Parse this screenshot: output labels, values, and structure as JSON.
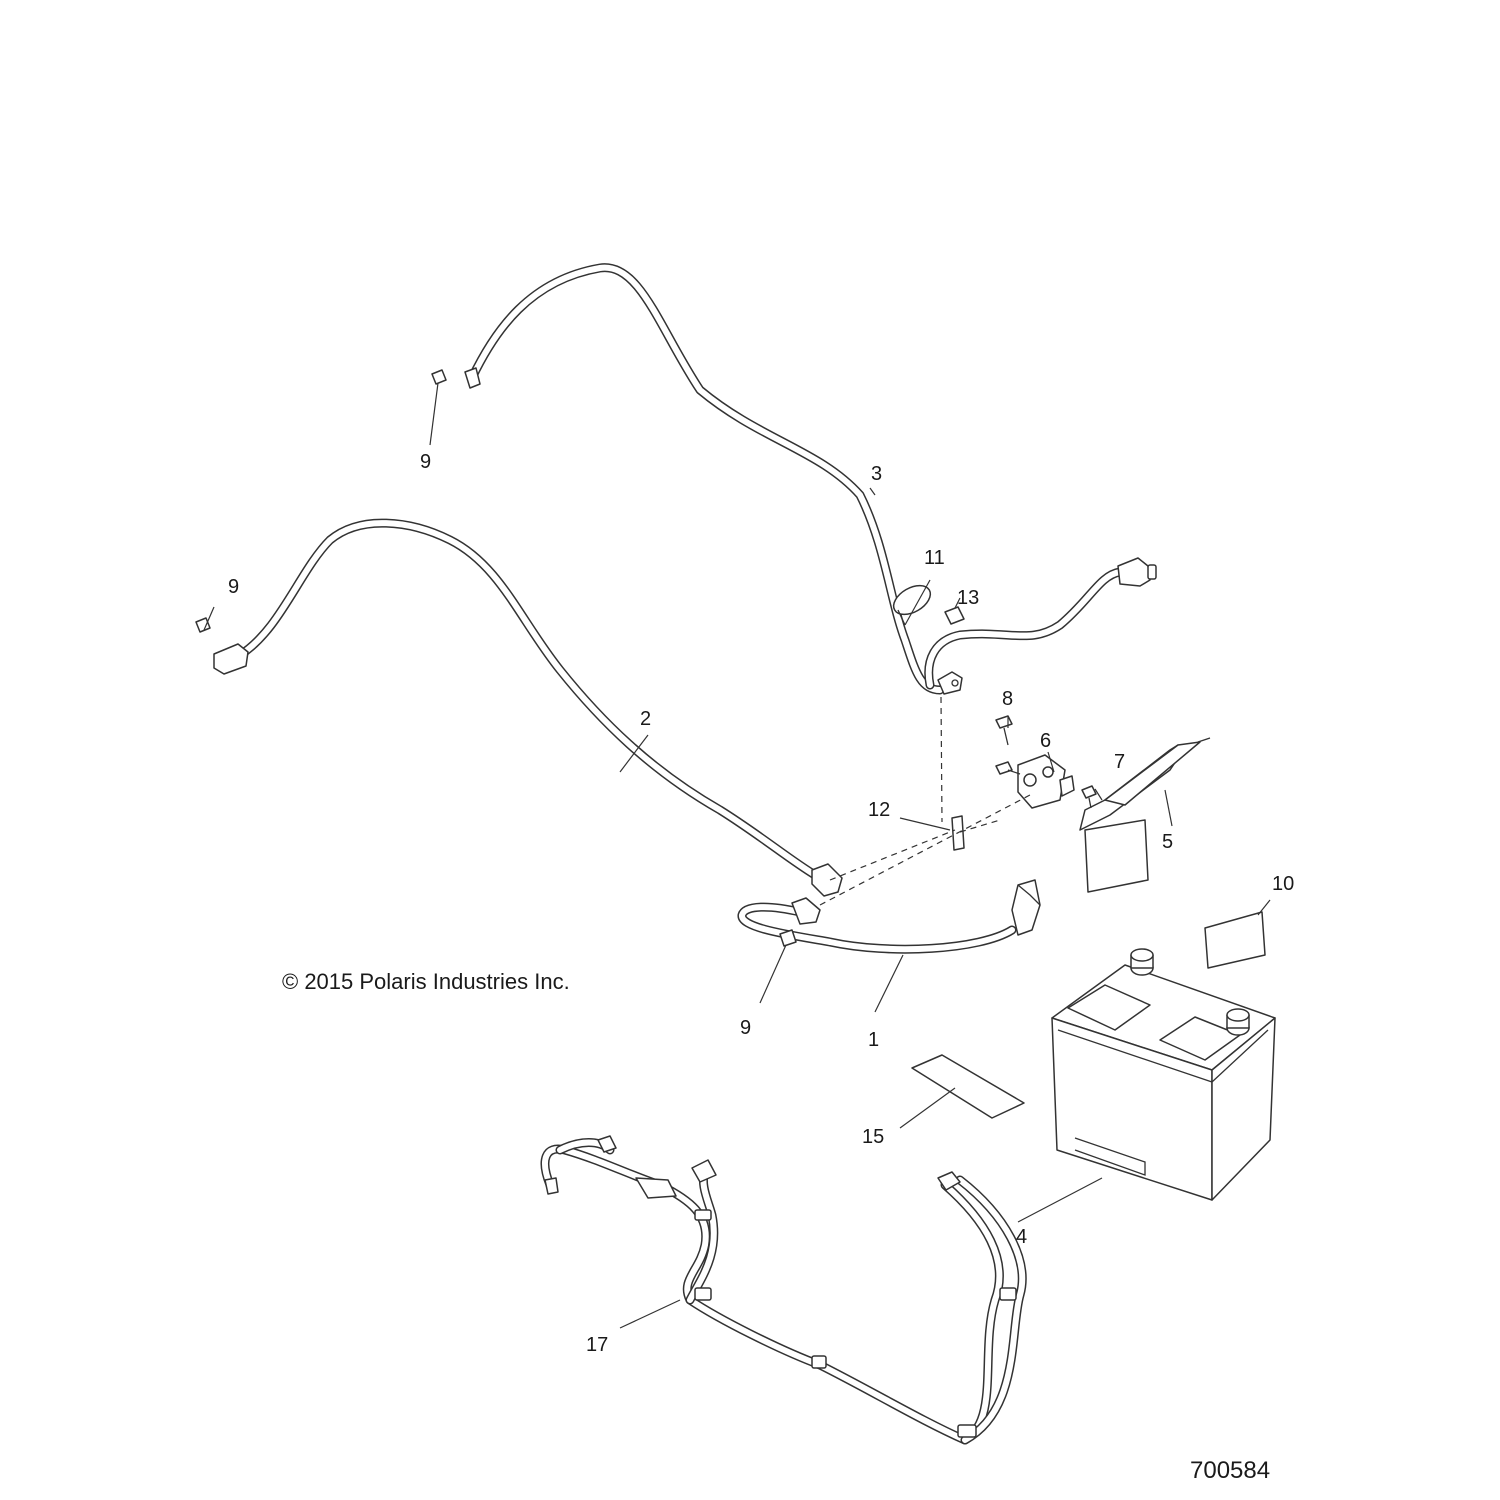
{
  "copyright": "© 2015 Polaris Industries Inc.",
  "figure_id": "700584",
  "callouts": [
    {
      "id": "c1",
      "label": "1"
    },
    {
      "id": "c2",
      "label": "2"
    },
    {
      "id": "c3",
      "label": "3"
    },
    {
      "id": "c4",
      "label": "4"
    },
    {
      "id": "c5",
      "label": "5"
    },
    {
      "id": "c6",
      "label": "6"
    },
    {
      "id": "c7",
      "label": "7"
    },
    {
      "id": "c8",
      "label": "8"
    },
    {
      "id": "c9a",
      "label": "9"
    },
    {
      "id": "c9b",
      "label": "9"
    },
    {
      "id": "c9c",
      "label": "9"
    },
    {
      "id": "c10",
      "label": "10"
    },
    {
      "id": "c11",
      "label": "11"
    },
    {
      "id": "c12",
      "label": "12"
    },
    {
      "id": "c13",
      "label": "13"
    },
    {
      "id": "c15",
      "label": "15"
    },
    {
      "id": "c17",
      "label": "17"
    }
  ]
}
